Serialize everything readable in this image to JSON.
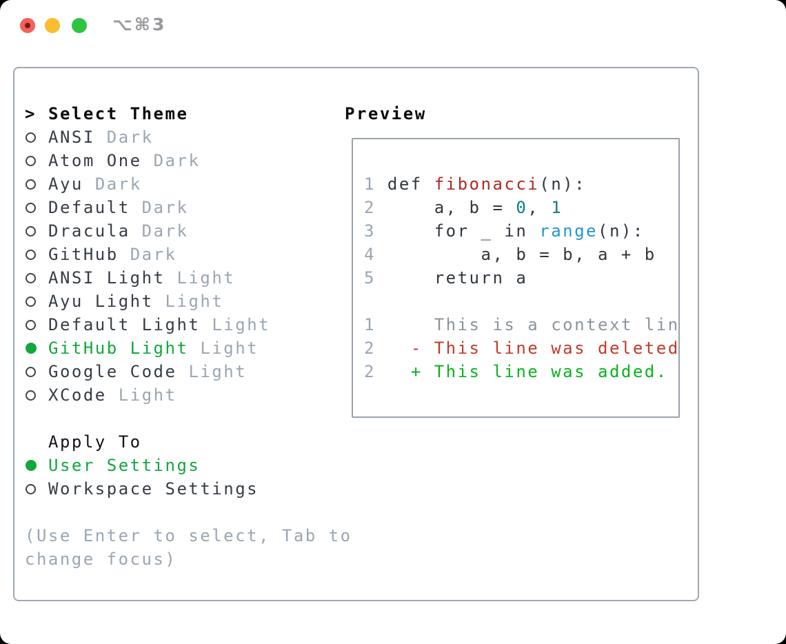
{
  "window": {
    "title": "⌥⌘3",
    "traffic_lights": [
      "close",
      "minimize",
      "zoom"
    ]
  },
  "theme_panel": {
    "select_theme": {
      "cursor": ">",
      "header": "Select Theme",
      "items": [
        {
          "name": "ANSI",
          "tag": "Dark",
          "selected": false
        },
        {
          "name": "Atom One",
          "tag": "Dark",
          "selected": false
        },
        {
          "name": "Ayu",
          "tag": "Dark",
          "selected": false
        },
        {
          "name": "Default",
          "tag": "Dark",
          "selected": false
        },
        {
          "name": "Dracula",
          "tag": "Dark",
          "selected": false
        },
        {
          "name": "GitHub",
          "tag": "Dark",
          "selected": false
        },
        {
          "name": "ANSI Light",
          "tag": "Light",
          "selected": false
        },
        {
          "name": "Ayu Light",
          "tag": "Light",
          "selected": false
        },
        {
          "name": "Default Light",
          "tag": "Light",
          "selected": false
        },
        {
          "name": "GitHub Light",
          "tag": "Light",
          "selected": true
        },
        {
          "name": "Google Code",
          "tag": "Light",
          "selected": false
        },
        {
          "name": "XCode",
          "tag": "Light",
          "selected": false
        }
      ]
    },
    "apply_to": {
      "header": "Apply To",
      "options": [
        {
          "name": "User Settings",
          "selected": true
        },
        {
          "name": "Workspace Settings",
          "selected": false
        }
      ]
    },
    "hint": "(Use Enter to select, Tab to change focus)"
  },
  "preview": {
    "header": "Preview",
    "lines": [
      {
        "kind": "code-line",
        "tokens": [
          {
            "c": "num",
            "t": "1"
          },
          {
            "c": "plain",
            "t": " def "
          },
          {
            "c": "func",
            "t": "fibonacci"
          },
          {
            "c": "plain",
            "t": "(n):"
          }
        ]
      },
      {
        "kind": "code-line",
        "tokens": [
          {
            "c": "num",
            "t": "2"
          },
          {
            "c": "plain",
            "t": "     a, b = "
          },
          {
            "c": "lit",
            "t": "0"
          },
          {
            "c": "plain",
            "t": ", "
          },
          {
            "c": "lit",
            "t": "1"
          }
        ]
      },
      {
        "kind": "code-line",
        "tokens": [
          {
            "c": "num",
            "t": "3"
          },
          {
            "c": "plain",
            "t": "     for _ in "
          },
          {
            "c": "builtin",
            "t": "range"
          },
          {
            "c": "plain",
            "t": "(n):"
          }
        ]
      },
      {
        "kind": "code-line",
        "tokens": [
          {
            "c": "num",
            "t": "4"
          },
          {
            "c": "plain",
            "t": "         a, b = b, a + b"
          }
        ]
      },
      {
        "kind": "code-line",
        "tokens": [
          {
            "c": "num",
            "t": "5"
          },
          {
            "c": "plain",
            "t": "     return a"
          }
        ]
      },
      {
        "kind": "blank-line",
        "tokens": []
      },
      {
        "kind": "diff-context-line",
        "tokens": [
          {
            "c": "num",
            "t": "1"
          },
          {
            "c": "ctx",
            "t": "     This is a context line."
          }
        ]
      },
      {
        "kind": "diff-deleted-line",
        "tokens": [
          {
            "c": "num",
            "t": "2"
          },
          {
            "c": "plain",
            "t": "   "
          },
          {
            "c": "del",
            "t": "- This line was deleted."
          }
        ]
      },
      {
        "kind": "diff-added-line",
        "tokens": [
          {
            "c": "num",
            "t": "2"
          },
          {
            "c": "plain",
            "t": "   "
          },
          {
            "c": "add",
            "t": "+ This line was added."
          }
        ]
      }
    ]
  },
  "colors": {
    "selected_green": "#10a83a",
    "muted_gray": "#9aa6b2",
    "item_text": "#363d45",
    "line_number_gray": "#9aa5b1",
    "code_text": "#30373e",
    "function_red": "#b02a20",
    "literal_teal": "#0e7f79",
    "builtin_blue": "#2196cf",
    "diff_context_gray": "#8b949d",
    "diff_deleted_red": "#c13a27",
    "diff_added_green": "#08b31e",
    "panel_border": "#9fa8b2",
    "traffic_red": "#f4605a",
    "traffic_yellow": "#f9bd30",
    "traffic_green": "#2ec542"
  }
}
